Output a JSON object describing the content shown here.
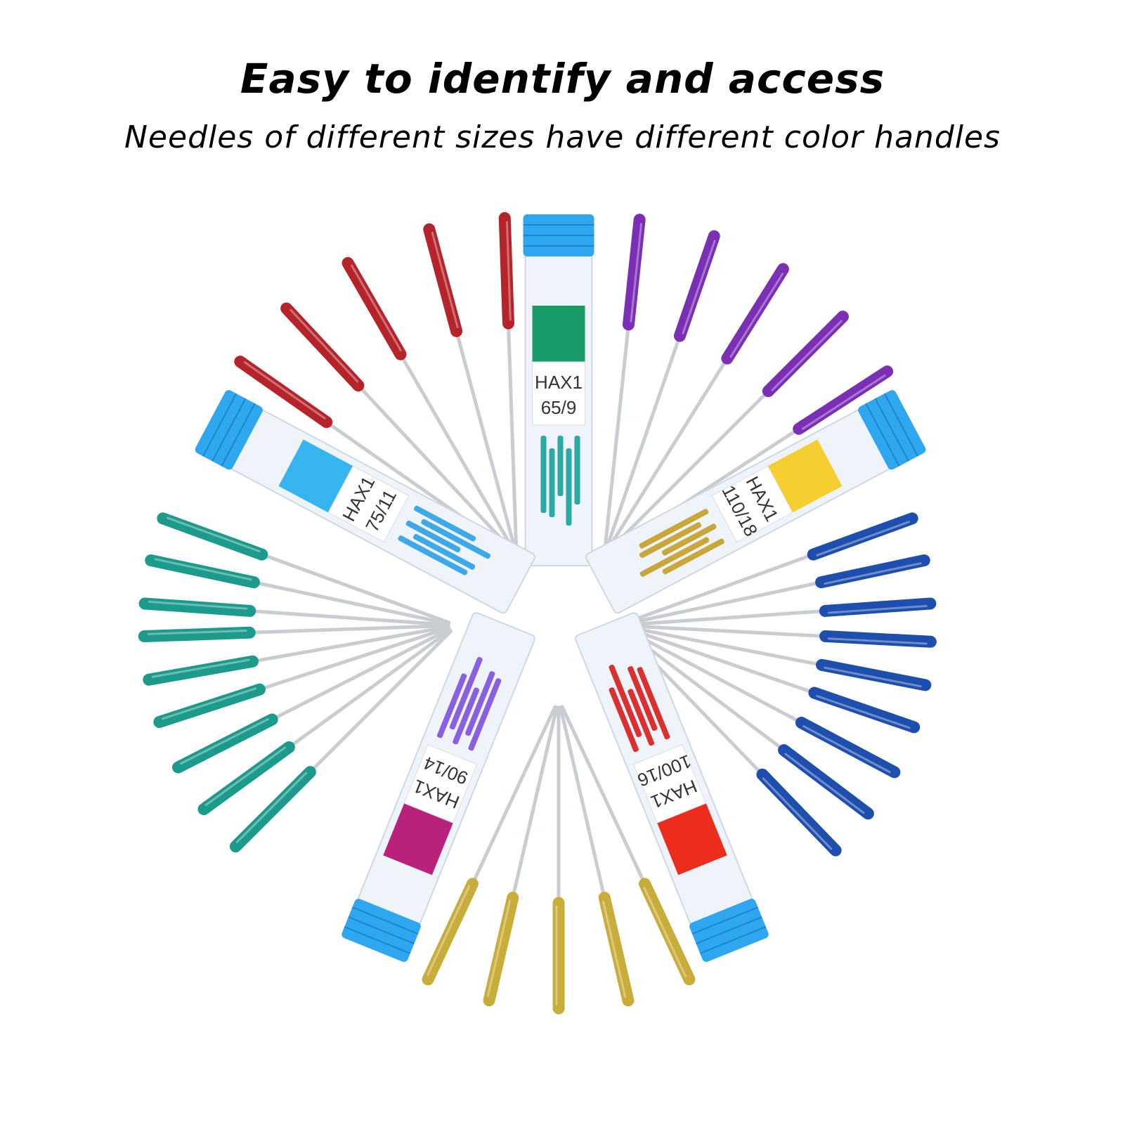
{
  "header": {
    "title": "Easy to identify and access",
    "subtitle": "Needles of different sizes have different color handles"
  },
  "colors": {
    "box_blue": "#2fa6f0",
    "shaft": "#c9cdd2",
    "red": "#b5242a",
    "purple": "#7a2fb5",
    "teal": "#1c9a8c",
    "blue": "#1f4fae",
    "gold": "#c9ad3a"
  },
  "fans": [
    {
      "color": "red",
      "count": 5
    },
    {
      "color": "purple",
      "count": 5
    },
    {
      "color": "teal",
      "count": 9
    },
    {
      "color": "blue",
      "count": 9
    },
    {
      "color": "gold",
      "count": 5
    }
  ],
  "boxes": [
    {
      "type": "HAX1",
      "size": "65/9",
      "tag_color": "#1a9b6a",
      "needle_color": "#2aa9a5"
    },
    {
      "type": "HAX1",
      "size": "75/11",
      "tag_color": "#35b4f0",
      "needle_color": "#3fa9e8"
    },
    {
      "type": "HAX1",
      "size": "110/18",
      "tag_color": "#f5cf30",
      "needle_color": "#c9a73a"
    },
    {
      "type": "HAX1",
      "size": "90/14",
      "tag_color": "#b8227a",
      "needle_color": "#8a5fe0"
    },
    {
      "type": "HAX1",
      "size": "100/16",
      "tag_color": "#ec2d1d",
      "needle_color": "#d93030"
    }
  ]
}
